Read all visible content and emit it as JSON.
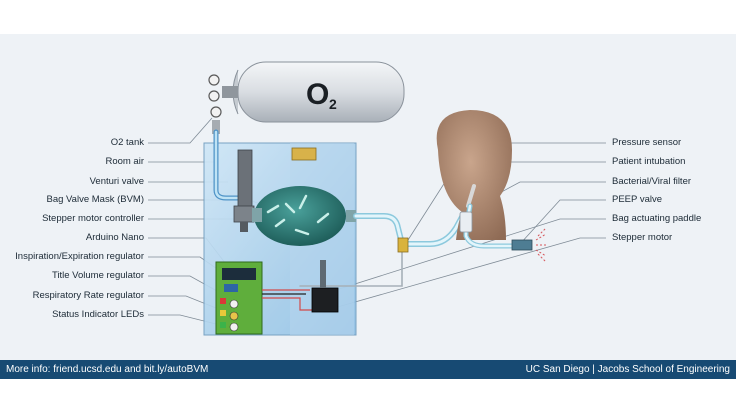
{
  "tank": {
    "formula": "O",
    "subscript": "2"
  },
  "left_labels": [
    "O2 tank",
    "Room air",
    "Venturi valve",
    "Bag Valve Mask (BVM)",
    "Stepper motor controller",
    "Arduino Nano",
    "Inspiration/Expiration regulator",
    "Title Volume regulator",
    "Respiratory Rate regulator",
    "Status Indicator LEDs"
  ],
  "right_labels": [
    "Pressure sensor",
    "Patient intubation",
    "Bacterial/Viral filter",
    "PEEP valve",
    "Bag actuating paddle",
    "Stepper motor"
  ],
  "footer": {
    "left": "More info: friend.ucsd.edu and bit.ly/autoBVM",
    "right": "UC San Diego | Jacobs School of Engineering"
  },
  "colors": {
    "footer_bg": "#174a73",
    "enclosure": "#9ec7e6",
    "bag": "#2f7f7a",
    "controller": "#5fae3c",
    "head": "#b08a72",
    "tubing": "#a9dbe9"
  }
}
